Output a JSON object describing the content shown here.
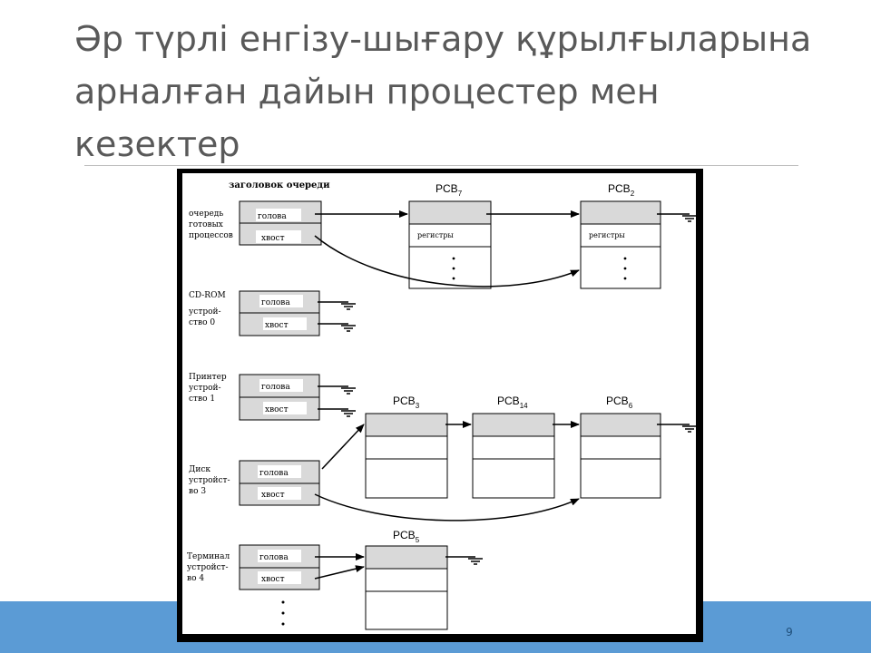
{
  "title": {
    "lines": [
      "Әр түрлі енгізу-шығару құрылғыларына",
      "арналған дайын процестер мен",
      "кезектер"
    ]
  },
  "slide_number": "9",
  "colors": {
    "band": "#5b9bd5",
    "title_text": "#595959",
    "cell_gray": "#d9d9d9"
  },
  "diagram": {
    "header": "заголовок очереди",
    "head_label": "голова",
    "tail_label": "хвост",
    "registers_label": "регистры",
    "queues": [
      {
        "label_lines": [
          "очередь",
          "готовых",
          "процессов"
        ]
      },
      {
        "label_lines": [
          "CD-ROM",
          "устрой-",
          "ство 0"
        ]
      },
      {
        "label_lines": [
          "Принтер",
          "устрой-",
          "ство 1"
        ]
      },
      {
        "label_lines": [
          "Диск",
          "устройст-",
          "во 3"
        ]
      },
      {
        "label_lines": [
          "Терминал",
          "устройст-",
          "во 4"
        ]
      }
    ],
    "pcbs": [
      {
        "name": "PCB",
        "sub": "7"
      },
      {
        "name": "PCB",
        "sub": "2"
      },
      {
        "name": "PCB",
        "sub": "3"
      },
      {
        "name": "PCB",
        "sub": "14"
      },
      {
        "name": "PCB",
        "sub": "6"
      },
      {
        "name": "PCB",
        "sub": "5"
      }
    ]
  }
}
